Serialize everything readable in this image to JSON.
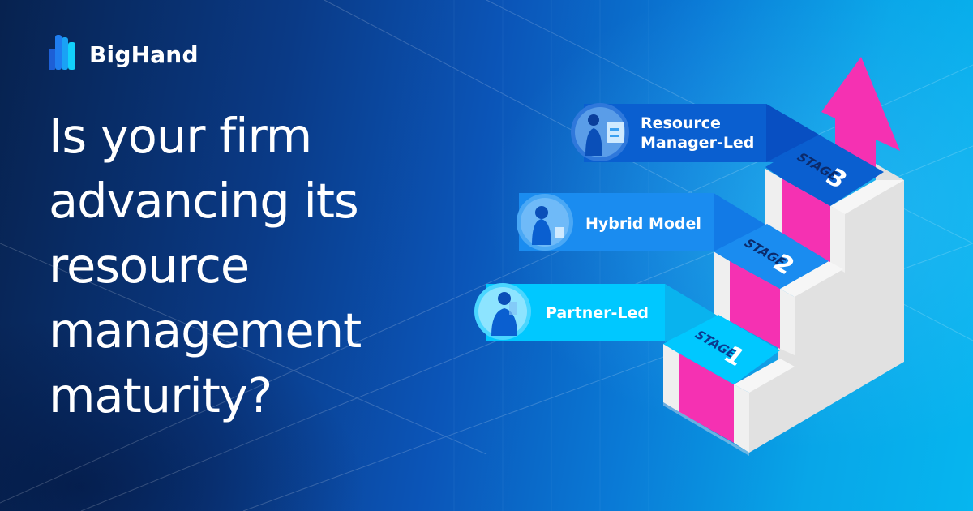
{
  "brand": {
    "name": "BigHand",
    "logo_icon": "hand-bars-icon"
  },
  "headline": {
    "lines": [
      "Is your firm",
      "advancing its",
      "resource",
      "management",
      "maturity?"
    ]
  },
  "stages": [
    {
      "label_lines": [
        "Partner-Led"
      ],
      "stage_word": "STAGE",
      "stage_number": "1",
      "avatar_icon": "thinking-man-icon",
      "color": "#00c8ff"
    },
    {
      "label_lines": [
        "Hybrid Model"
      ],
      "stage_word": "STAGE",
      "stage_number": "2",
      "avatar_icon": "woman-at-laptop-icon",
      "color": "#1a8cf0"
    },
    {
      "label_lines": [
        "Resource",
        "Manager-Led"
      ],
      "stage_word": "STAGE",
      "stage_number": "3",
      "avatar_icon": "woman-presenting-icon",
      "color": "#0a5fd0"
    }
  ],
  "colors": {
    "background_dark": "#07224f",
    "background_light": "#06b6ef",
    "accent_pink": "#f531b2",
    "stair_white": "#f2f2f2",
    "stair_gray": "#e0e0e0",
    "stage_text_dark": "#0b2a6b"
  },
  "arrow": {
    "icon": "up-arrow-icon",
    "color": "#f531b2"
  }
}
